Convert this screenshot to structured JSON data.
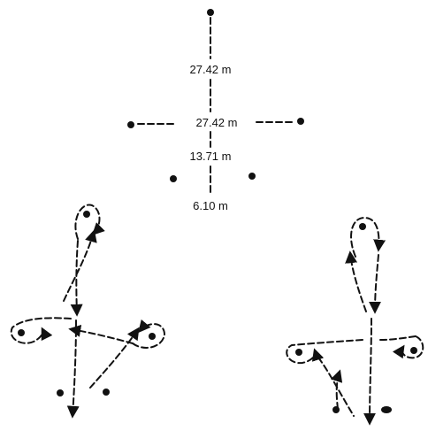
{
  "diagram": {
    "labels": {
      "top_spacing": "27.42 m",
      "horizontal_spacing": "27.42 m",
      "middle_spacing": "13.71 m",
      "bottom_spacing": "6.10 m"
    }
  }
}
